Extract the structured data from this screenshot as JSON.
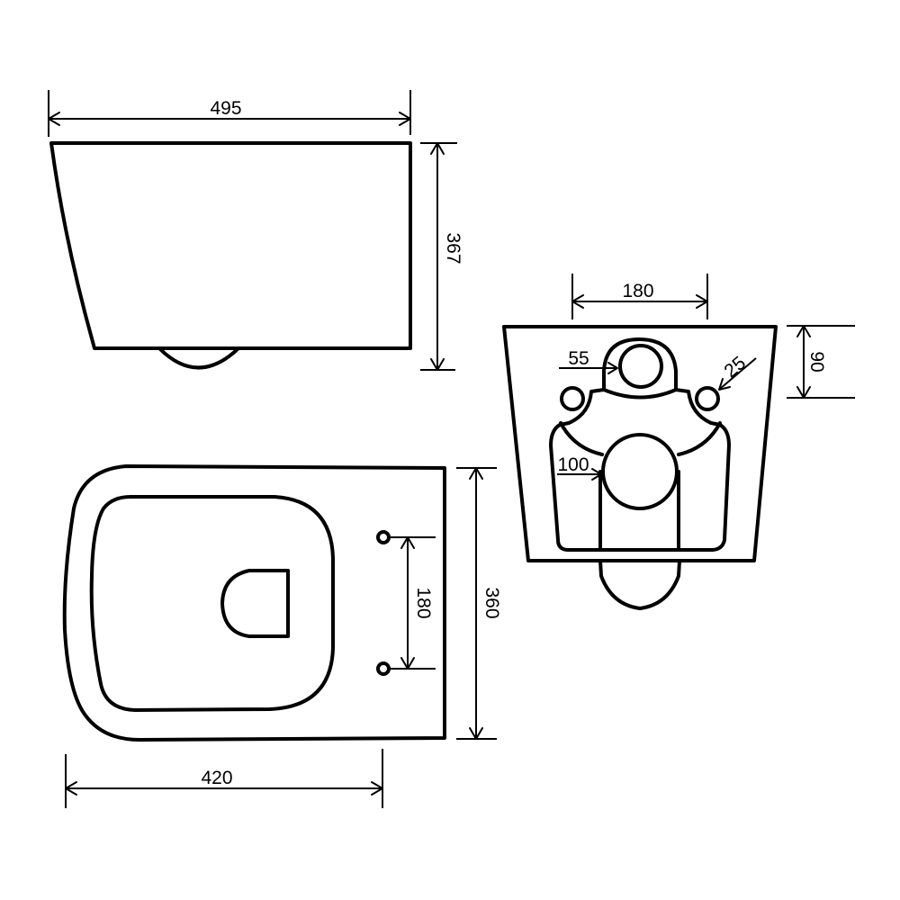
{
  "drawing": {
    "type": "technical-drawing",
    "subject": "wall-hung toilet dimensions",
    "units": "mm",
    "line_color": "#000000",
    "background": "#ffffff",
    "views": {
      "side": {
        "dimensions": {
          "length": "495",
          "height": "367"
        }
      },
      "top": {
        "dimensions": {
          "depth": "420",
          "width": "360",
          "fixing_spacing": "180"
        }
      },
      "rear": {
        "dimensions": {
          "fixing_spacing": "180",
          "inlet_height": "90",
          "inlet_diameter": "55",
          "fixing_hole_diameter": "25",
          "outlet_diameter": "100"
        }
      }
    }
  }
}
